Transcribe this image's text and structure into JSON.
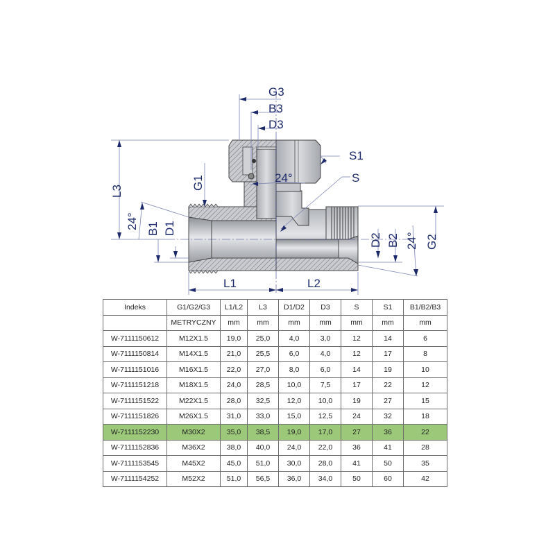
{
  "diagram": {
    "labels": {
      "g3": "G3",
      "b3": "B3",
      "d3": "D3",
      "s1": "S1",
      "s": "S",
      "l3": "L3",
      "g1": "G1",
      "angle_left": "24°",
      "b1": "B1",
      "d1": "D1",
      "angle_top": "24°",
      "d2": "D2",
      "b2": "B2",
      "angle_right": "24°",
      "g2": "G2",
      "l1": "L1",
      "l2": "L2"
    },
    "colors": {
      "dimension": "#1c2a6b",
      "body": "#b9bcc2",
      "highlight": "#9cc87a"
    }
  },
  "table": {
    "headers": [
      "Indeks",
      "G1/G2/G3",
      "L1/L2",
      "L3",
      "D1/D2",
      "D3",
      "S",
      "S1",
      "B1/B2/B3"
    ],
    "units": [
      "",
      "METRYCZNY",
      "mm",
      "mm",
      "mm",
      "mm",
      "mm",
      "mm",
      "mm"
    ],
    "highlighted_row": 6,
    "rows": [
      [
        "W-7111150612",
        "M12X1.5",
        "19,0",
        "25,0",
        "4,0",
        "3,0",
        "12",
        "14",
        "6"
      ],
      [
        "W-7111150814",
        "M14X1.5",
        "21,0",
        "25,5",
        "6,0",
        "4,0",
        "12",
        "17",
        "8"
      ],
      [
        "W-7111151016",
        "M16X1.5",
        "22,0",
        "27,0",
        "8,0",
        "6,0",
        "14",
        "19",
        "10"
      ],
      [
        "W-7111151218",
        "M18X1.5",
        "24,0",
        "28,5",
        "10,0",
        "7,5",
        "17",
        "22",
        "12"
      ],
      [
        "W-7111151522",
        "M22X1.5",
        "28,0",
        "32,5",
        "12,0",
        "10,0",
        "19",
        "27",
        "15"
      ],
      [
        "W-7111151826",
        "M26X1.5",
        "31,0",
        "33,0",
        "15,0",
        "12,5",
        "24",
        "32",
        "18"
      ],
      [
        "W-7111152230",
        "M30X2",
        "35,0",
        "38,5",
        "19,0",
        "17,0",
        "27",
        "36",
        "22"
      ],
      [
        "W-7111152836",
        "M36X2",
        "38,0",
        "40,0",
        "24,0",
        "22,0",
        "36",
        "41",
        "28"
      ],
      [
        "W-7111153545",
        "M45X2",
        "45,0",
        "51,0",
        "30,0",
        "28,0",
        "41",
        "50",
        "35"
      ],
      [
        "W-7111154252",
        "M52X2",
        "51,0",
        "56,5",
        "36,0",
        "34,0",
        "50",
        "60",
        "42"
      ]
    ]
  }
}
